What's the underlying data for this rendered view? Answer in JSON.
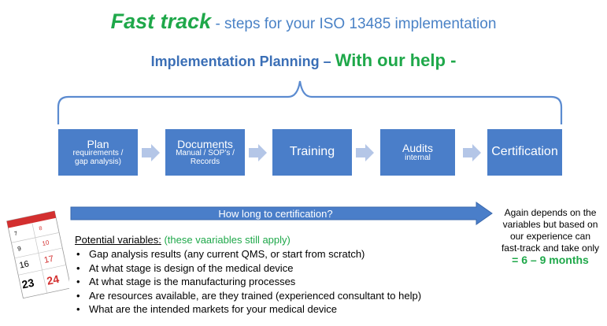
{
  "title": {
    "emphasis": "Fast track",
    "rest": " - steps for your  ISO 13485 implementation"
  },
  "subtitle": {
    "part1": "Implementation Planning – ",
    "part2": "With our help -"
  },
  "steps": [
    {
      "title": "Plan",
      "sub1": "requirements /",
      "sub2": "gap analysis)"
    },
    {
      "title": "Documents",
      "sub1": "Manual / SOP’s /",
      "sub2": "Records"
    },
    {
      "title": "Training"
    },
    {
      "title": "Audits",
      "sub1": "internal"
    },
    {
      "title": "Certification"
    }
  ],
  "progress_label": "How long to certification?",
  "note": {
    "lines": [
      "Again depends on the",
      "variables but based on",
      "our experience can",
      "fast-track and take only"
    ],
    "duration": "= 6 – 9 months"
  },
  "variables": {
    "heading": "Potential variables:",
    "paren": "  (these vaariables still apply)",
    "items": [
      "Gap analysis results (any current QMS, or start from scratch)",
      "At what stage is design of the medical device",
      "At what stage is the manufacturing processes",
      "Are resources available, are they trained  (experienced consultant to help)",
      "What are the intended markets for your medical device"
    ]
  },
  "calendar": {
    "numbers": [
      "7",
      "8",
      "9",
      "10",
      "16",
      "17",
      "23",
      "24"
    ]
  },
  "colors": {
    "green": "#1fa84a",
    "blue": "#4a7ec9",
    "chevron": "#b4c6e7",
    "brace": "#5b8bd0",
    "calendar_red": "#d32f2f"
  }
}
